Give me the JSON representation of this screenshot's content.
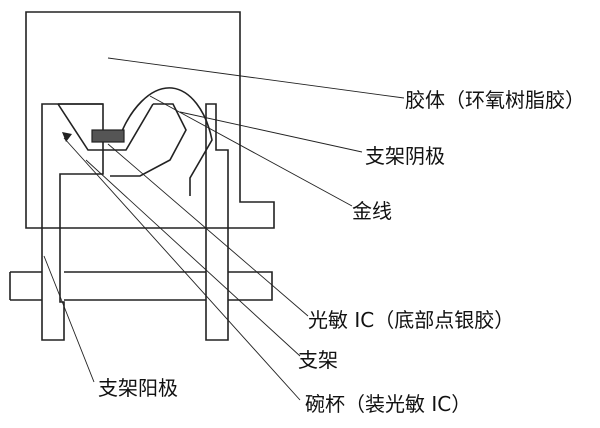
{
  "labels": {
    "colloid": "胶体（环氧树脂胶）",
    "cathode": "支架阴极",
    "gold_wire": "金线",
    "photo_ic": "光敏 IC（底部点银胶）",
    "bracket": "支架",
    "anode": "支架阳极",
    "cup": "碗杯（装光敏 IC）"
  },
  "colors": {
    "stroke": "#222222",
    "chip_fill": "#555555",
    "background": "#ffffff"
  }
}
